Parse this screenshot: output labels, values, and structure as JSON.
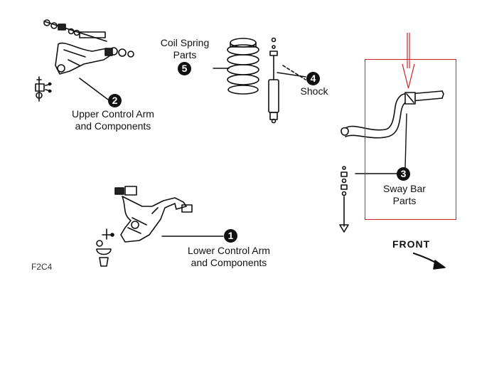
{
  "callouts": [
    {
      "number": "1",
      "lines": [
        "Lower Control Arm",
        "and Components"
      ]
    },
    {
      "number": "2",
      "lines": [
        "Upper Control Arm",
        "and Components"
      ]
    },
    {
      "number": "3",
      "lines": [
        "Sway Bar",
        "Parts"
      ]
    },
    {
      "number": "4",
      "lines": [
        "Shock"
      ]
    },
    {
      "number": "5",
      "lines": [
        "Coil Spring",
        "Parts"
      ]
    }
  ],
  "figure_code": "F2C4",
  "direction_label": "FRONT",
  "highlight": {
    "color": "#d11f2b",
    "target": "Sway Bar Parts"
  }
}
